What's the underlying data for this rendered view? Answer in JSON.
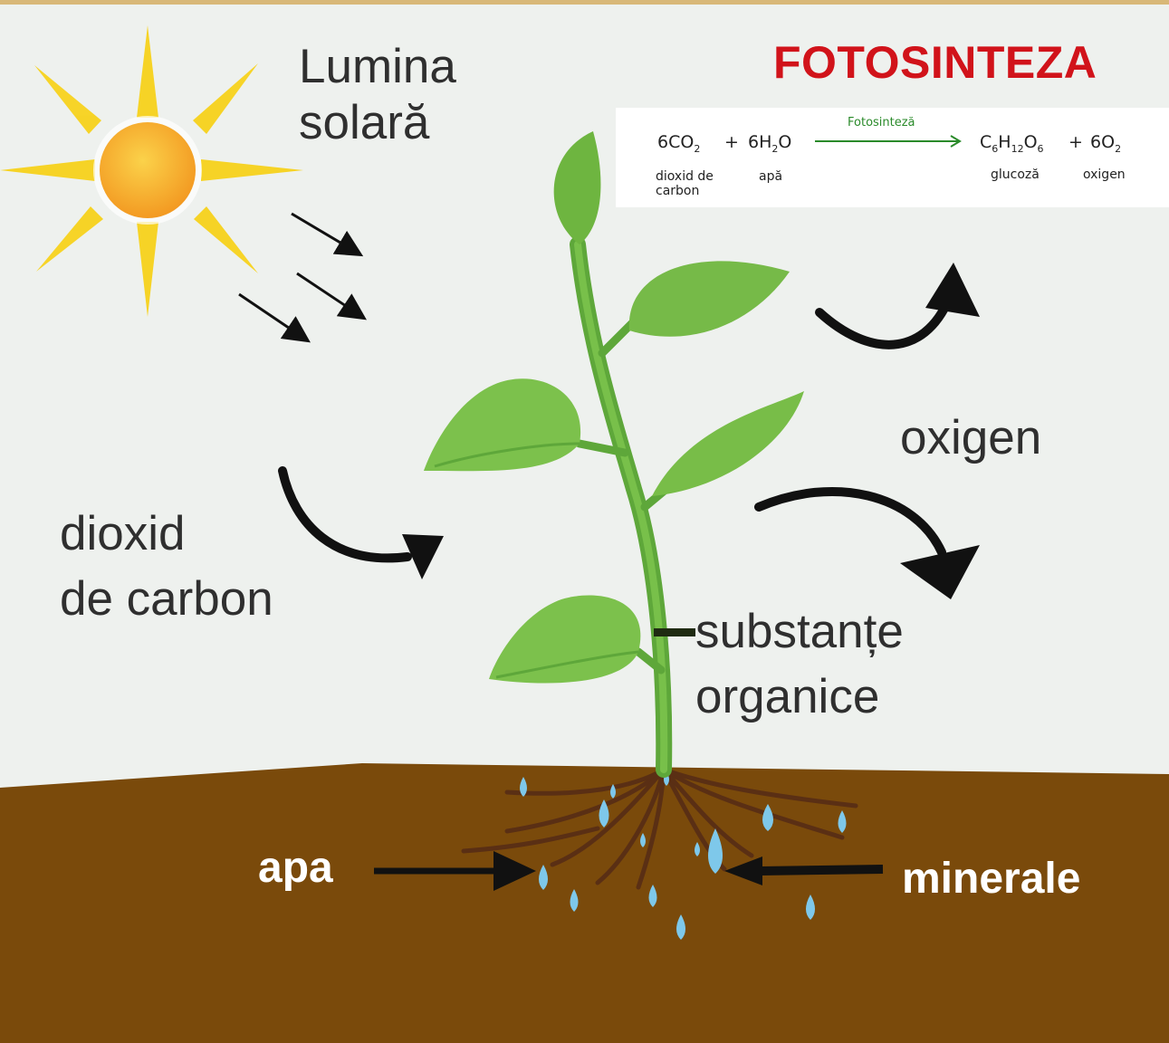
{
  "title": "FOTOSINTEZA",
  "labels": {
    "sunlight_line1": "Lumina",
    "sunlight_line2": "solară",
    "co2_line1": "dioxid",
    "co2_line2": "de carbon",
    "oxygen": "oxigen",
    "organic_line1": "substanțe",
    "organic_line2": "organice",
    "water": "apa",
    "minerals": "minerale"
  },
  "equation": {
    "reactant1": {
      "coef": "6",
      "formula": [
        "CO",
        "2"
      ],
      "caption_line1": "dioxid de",
      "caption_line2": "carbon"
    },
    "plus1": "+",
    "reactant2": {
      "coef": "6",
      "formula_pre": "H",
      "sub": "2",
      "formula_post": "O",
      "caption": "apă"
    },
    "arrow_label": "Fotosinteză",
    "product1": {
      "parts": [
        "C",
        "6",
        "H",
        "12",
        "O",
        "6"
      ],
      "caption": "glucoză"
    },
    "plus2": "+",
    "product2": {
      "coef": "6",
      "formula": [
        "O",
        "2"
      ],
      "caption": "oxigen"
    }
  },
  "colors": {
    "title": "#d1131a",
    "sky": "#eef1ee",
    "soil": "#7a4a0b",
    "leaf": "#72b844",
    "stem": "#5ea73a",
    "sun_core": "#f5a82a",
    "sun_rays": "#f7d21c",
    "water_drop": "#7ec8ea",
    "root": "#5a2f14",
    "arrow": "#111111",
    "equation_arrow": "#2a8a2a"
  }
}
